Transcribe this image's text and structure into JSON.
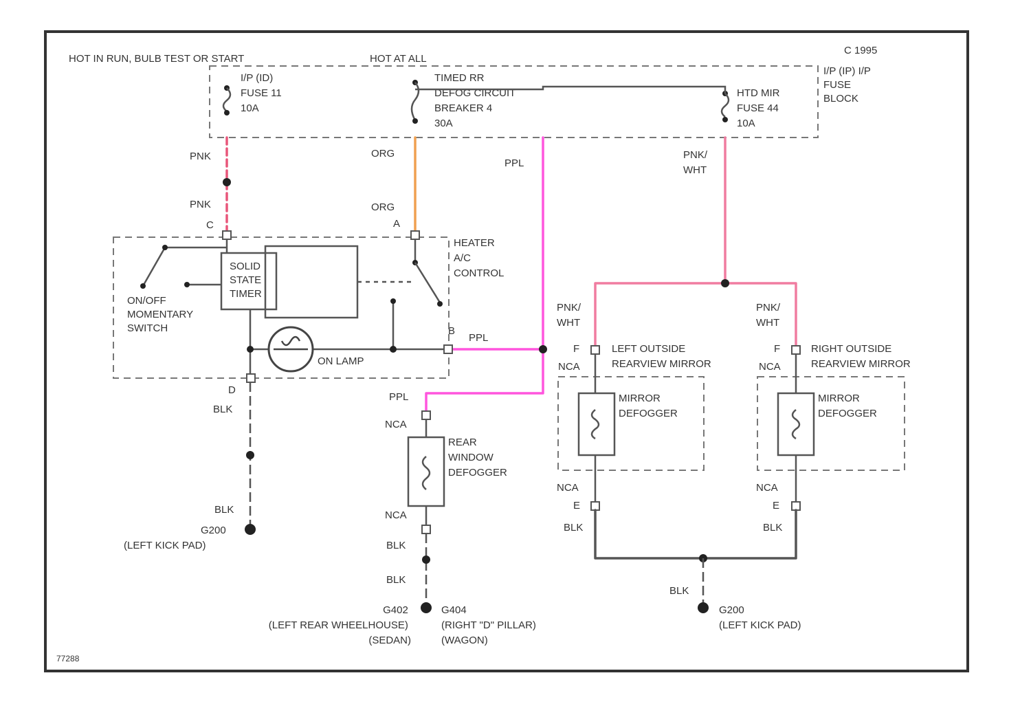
{
  "colors": {
    "frame": "#333333",
    "pink": "#e8567a",
    "lightpink": "#f07ca0",
    "orange": "#f0a050",
    "purple": "#ff55dd",
    "black_wire": "#555555",
    "splice": "#222222"
  },
  "header": {
    "hot_run": "HOT IN RUN, BULB TEST OR START",
    "hot_all": "HOT AT ALL",
    "figure_id": "C 1995"
  },
  "fuse_block": {
    "name": [
      "I/P (IP) I/P",
      "FUSE",
      "BLOCK"
    ],
    "fuse_left": [
      "I/P (ID)",
      "FUSE 11",
      "10A"
    ],
    "fuse_mid": [
      "TIMED RR",
      "DEFOG CIRCUIT",
      "BREAKER 4",
      "30A"
    ],
    "fuse_right": [
      "HTD MIR",
      "FUSE 44",
      "10A"
    ]
  },
  "wires": {
    "pnk": "PNK",
    "org": "ORG",
    "ppl": "PPL",
    "pnk_wht": [
      "PNK/",
      "WHT"
    ],
    "blk": "BLK",
    "nca": "NCA"
  },
  "pins": {
    "a": "A",
    "b": "B",
    "c": "C",
    "d": "D",
    "e": "E",
    "f": "F"
  },
  "heater_control": {
    "name": [
      "HEATER",
      "A/C",
      "CONTROL"
    ],
    "switch_label": [
      "ON/OFF",
      "MOMENTARY",
      "SWITCH"
    ],
    "timer": [
      "SOLID",
      "STATE",
      "TIMER"
    ],
    "lamp_label": "ON LAMP"
  },
  "rear_defogger": [
    "REAR",
    "WINDOW",
    "DEFOGGER"
  ],
  "left_mirror": {
    "name": [
      "LEFT OUTSIDE",
      "REARVIEW MIRROR"
    ],
    "defogger": [
      "MIRROR",
      "DEFOGGER"
    ]
  },
  "right_mirror": {
    "name": [
      "RIGHT OUTSIDE",
      "REARVIEW MIRROR"
    ],
    "defogger": [
      "MIRROR",
      "DEFOGGER"
    ]
  },
  "grounds": {
    "g_left": [
      "G200",
      "(LEFT KICK PAD)"
    ],
    "g_rear_sedan": [
      "G402",
      "(LEFT REAR WHEELHOUSE)",
      "(SEDAN)"
    ],
    "g_rear_wagon": [
      "G404",
      "(RIGHT \"D\" PILLAR)",
      "(WAGON)"
    ],
    "g_right": [
      "G200",
      "(LEFT KICK PAD)"
    ]
  },
  "footer_id": "77288"
}
